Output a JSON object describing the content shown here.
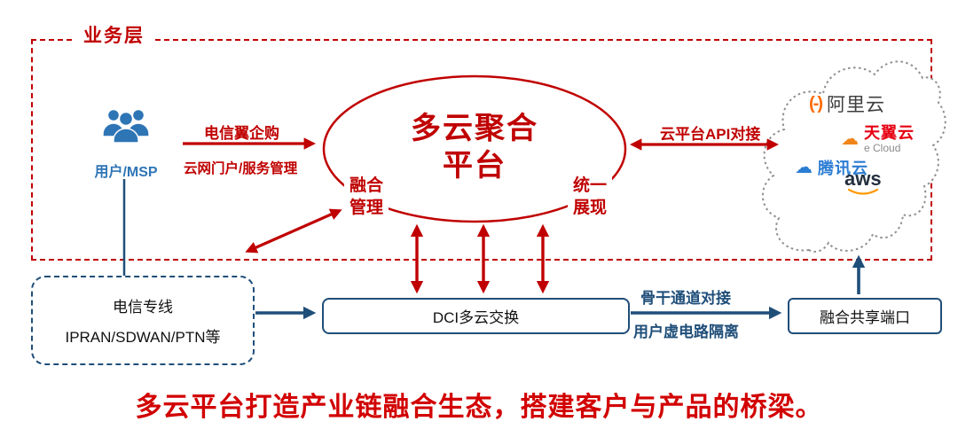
{
  "colors": {
    "red": "#C00000",
    "blue": "#1F4E79",
    "user_blue": "#2E75B6",
    "alibaba_orange": "#FF6A00",
    "tianyi_red": "#E60012",
    "tencent_blue": "#2B7CD3",
    "aws_dark": "#232F3E",
    "aws_orange": "#FF9900"
  },
  "business_layer": {
    "label": "业务层"
  },
  "user": {
    "label": "用户/MSP"
  },
  "user_to_platform": {
    "top_label": "电信翼企购",
    "bottom_label": "云网门户/服务管理"
  },
  "platform": {
    "title_line1": "多云聚合",
    "title_line2": "平台",
    "left_note_line1": "融合",
    "left_note_line2": "管理",
    "right_note_line1": "统一",
    "right_note_line2": "展现"
  },
  "api_link": {
    "label": "云平台API对接"
  },
  "cloud_providers": {
    "alibaba": {
      "icon": "(-)",
      "label": "阿里云"
    },
    "tianyi": {
      "icon": "☁",
      "label": "天翼云",
      "sublabel": "e Cloud"
    },
    "tencent": {
      "icon": "☁",
      "label": "腾讯云"
    },
    "aws": {
      "label": "aws"
    }
  },
  "telecom_box": {
    "line1": "电信专线",
    "line2": "IPRAN/SDWAN/PTN等"
  },
  "dci_box": {
    "label": "DCI多云交换"
  },
  "dci_to_port": {
    "top_label": "骨干通道对接",
    "bottom_label": "用户虚电路隔离"
  },
  "port_box": {
    "label": "融合共享端口"
  },
  "footer": {
    "text": "多云平台打造产业链融合生态，搭建客户与产品的桥梁。"
  }
}
